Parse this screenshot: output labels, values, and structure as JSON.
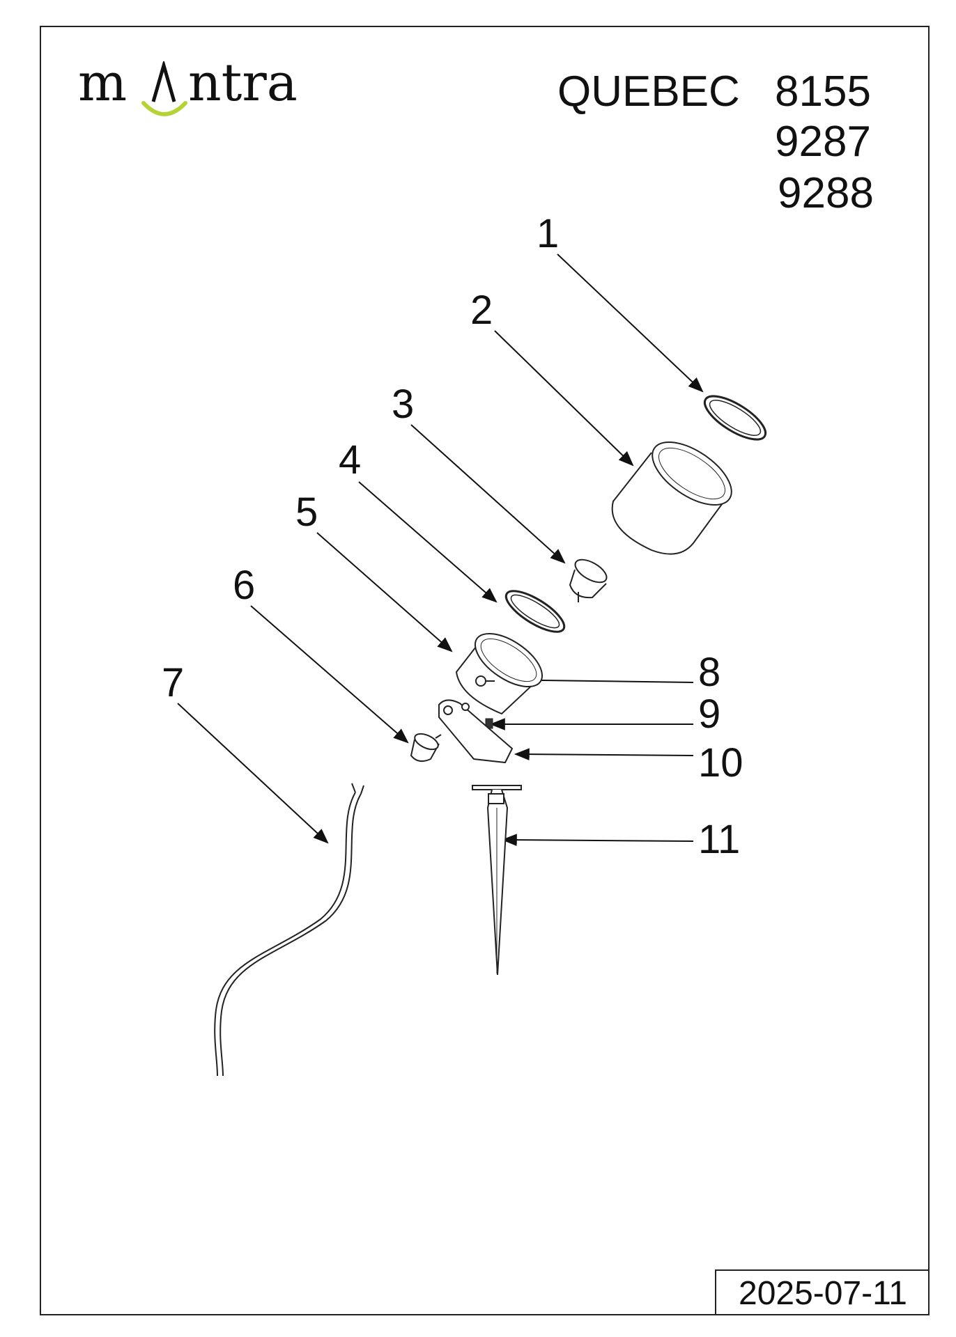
{
  "brand": {
    "logo_left": "m",
    "logo_right": "ntra",
    "mark_color": "#b5d334"
  },
  "product": {
    "name": "QUEBEC",
    "models": [
      "8155",
      "9287",
      "9288"
    ]
  },
  "date": "2025-07-11",
  "callouts": [
    "1",
    "2",
    "3",
    "4",
    "5",
    "6",
    "7",
    "8",
    "9",
    "10",
    "11"
  ]
}
